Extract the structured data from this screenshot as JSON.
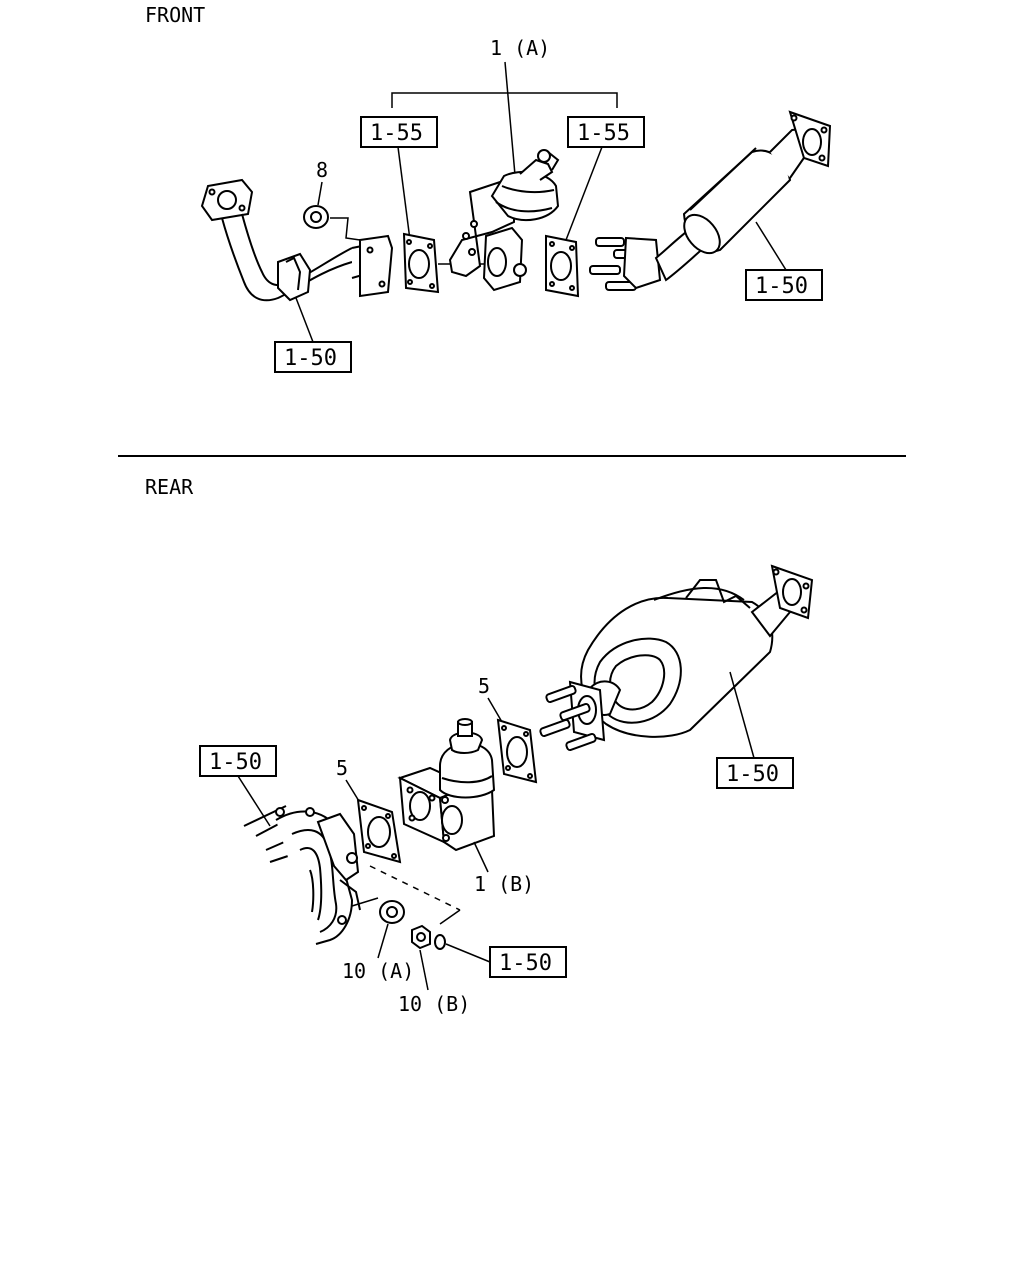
{
  "sections": {
    "front_title": "FRONT",
    "rear_title": "REAR"
  },
  "front": {
    "callouts": {
      "part_1a": "1 (A)",
      "part_8": "8",
      "ref_1_55_left": "1-55",
      "ref_1_55_right": "1-55",
      "ref_1_50_pipe": "1-50",
      "ref_1_50_converter": "1-50"
    }
  },
  "rear": {
    "callouts": {
      "ref_1_50_pipe": "1-50",
      "ref_1_50_converter": "1-50",
      "ref_1_50_nuts": "1-50",
      "gasket_5_left": "5",
      "gasket_5_right": "5",
      "part_1b": "1 (B)",
      "nut_10a": "10 (A)",
      "nut_10b": "10 (B)"
    }
  }
}
